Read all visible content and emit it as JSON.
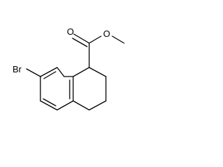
{
  "molecule": {
    "atoms": {
      "bromine": "Br",
      "carbonyl_oxygen": "O",
      "ester_oxygen": "O"
    }
  },
  "colors": {
    "bond": "#000000",
    "label": "#000000",
    "background": "#ffffff"
  }
}
